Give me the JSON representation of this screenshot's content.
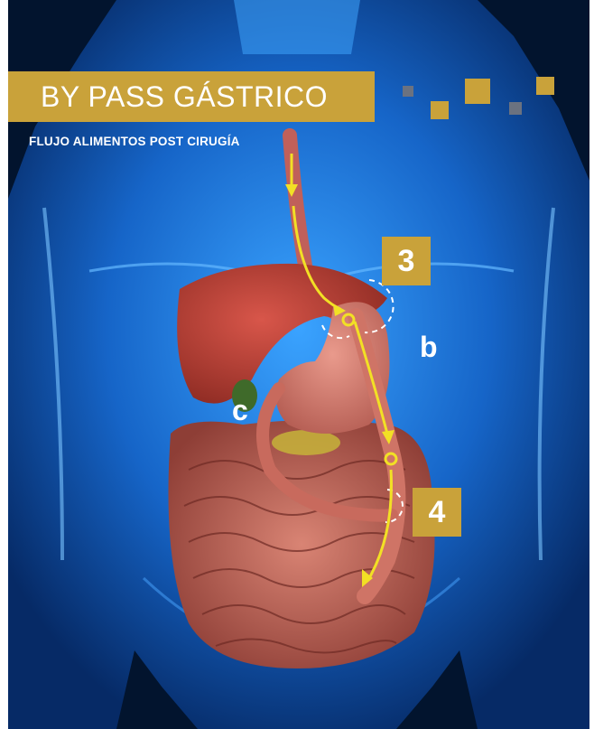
{
  "title": "BY PASS GÁSTRICO",
  "subtitle": "FLUJO ALIMENTOS POST CIRUGÍA",
  "markers": {
    "step3": "3",
    "step4": "4",
    "label_b": "b",
    "label_c": "c"
  },
  "colors": {
    "accent": "#c9a23a",
    "arrow": "#f2e025",
    "body_glow": "#2f8ff0",
    "background": "#02142e",
    "square_gray": "#6b7280"
  }
}
